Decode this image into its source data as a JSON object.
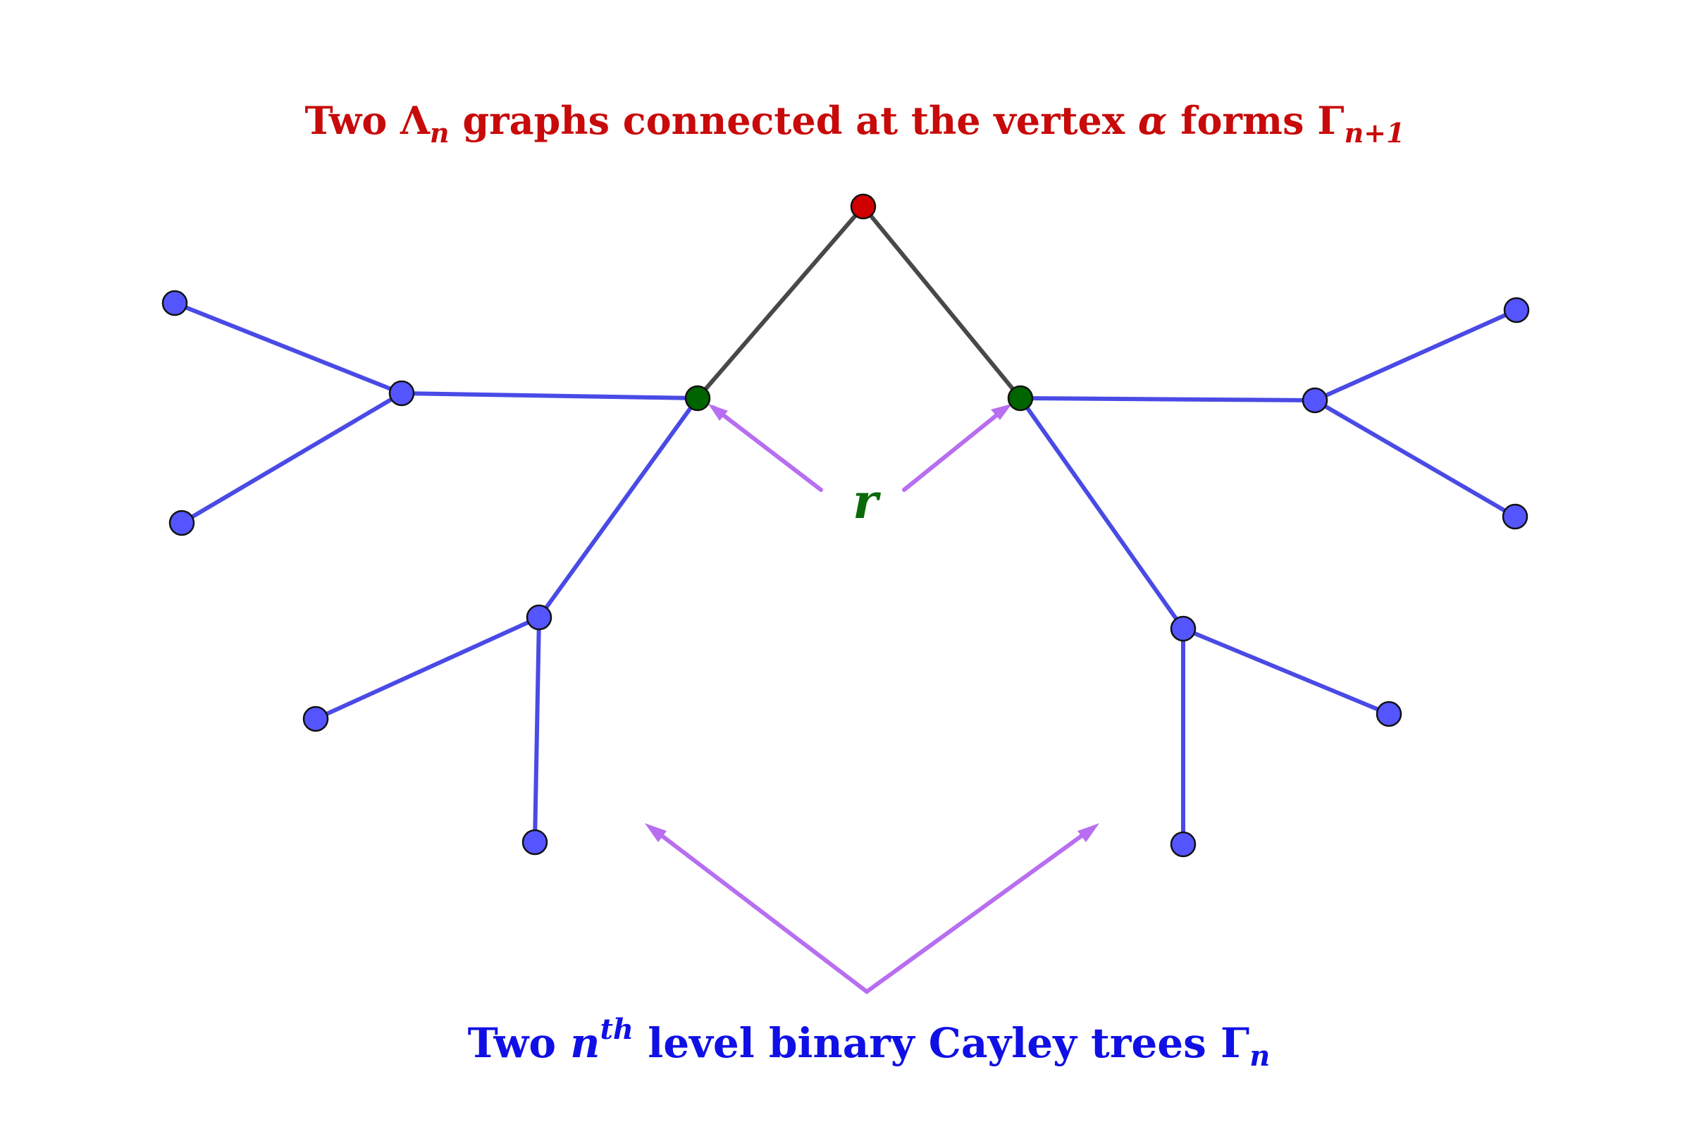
{
  "captions": {
    "top": {
      "pre": "Two ",
      "lambda": "Λ",
      "lambda_sub": "n",
      "mid": " graphs connected at the vertex ",
      "alpha": "α",
      "post": " forms ",
      "gamma": "Γ",
      "gamma_sub": "n+1"
    },
    "bottom": {
      "pre": "Two ",
      "n": "n",
      "sup": "th",
      "mid": " level binary Cayley trees ",
      "gamma": "Γ",
      "gamma_sub": "n"
    },
    "root_label": "r"
  },
  "colors": {
    "top_caption": "#c80a0a",
    "bottom_caption": "#1010e6",
    "root_label": "#0a6a0a",
    "alpha_vertex": "#d00000",
    "root_vertex": "#006400",
    "tree_vertex": "#5555ff",
    "tree_edge": "#4a4ae6",
    "alpha_edge": "#484848",
    "arrow": "#b76ef0"
  }
}
